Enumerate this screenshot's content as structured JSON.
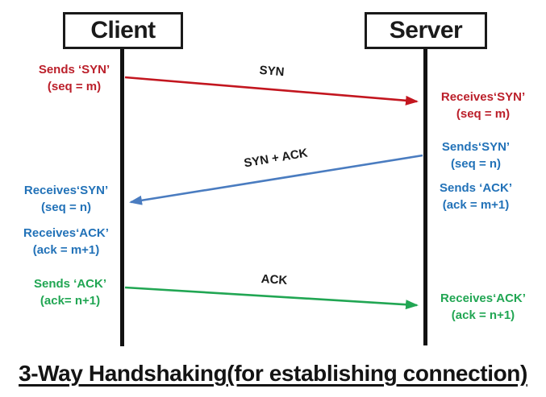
{
  "title": "3-Way Handshaking(for establishing connection)",
  "actors": {
    "client": "Client",
    "server": "Server"
  },
  "messages": {
    "syn": "SYN",
    "syn_ack": "SYN + ACK",
    "ack": "ACK"
  },
  "annotations": {
    "left": {
      "sends_syn": {
        "line1": "Sends ‘SYN’",
        "line2": "(seq = m)"
      },
      "receives_syn": {
        "line1": "Receives‘SYN’",
        "line2": "(seq = n)"
      },
      "receives_ack": {
        "line1": "Receives‘ACK’",
        "line2": "(ack = m+1)"
      },
      "sends_ack": {
        "line1": "Sends ‘ACK’",
        "line2": "(ack= n+1)"
      }
    },
    "right": {
      "receives_syn": {
        "line1": "Receives‘SYN’",
        "line2": "(seq = m)"
      },
      "sends_syn": {
        "line1": "Sends‘SYN’",
        "line2": "(seq = n)"
      },
      "sends_ack": {
        "line1": "Sends ‘ACK’",
        "line2": "(ack = m+1)"
      },
      "receives_ack": {
        "line1": "Receives‘ACK’",
        "line2": "(ack = n+1)"
      }
    }
  },
  "colors": {
    "arrow_red": "#c3161f",
    "arrow_blue": "#4a7cc0",
    "arrow_green": "#21a653",
    "text_red": "#bb1f2a",
    "text_blue": "#2272b8",
    "text_green": "#21a653",
    "ink": "#1a1a1a"
  }
}
